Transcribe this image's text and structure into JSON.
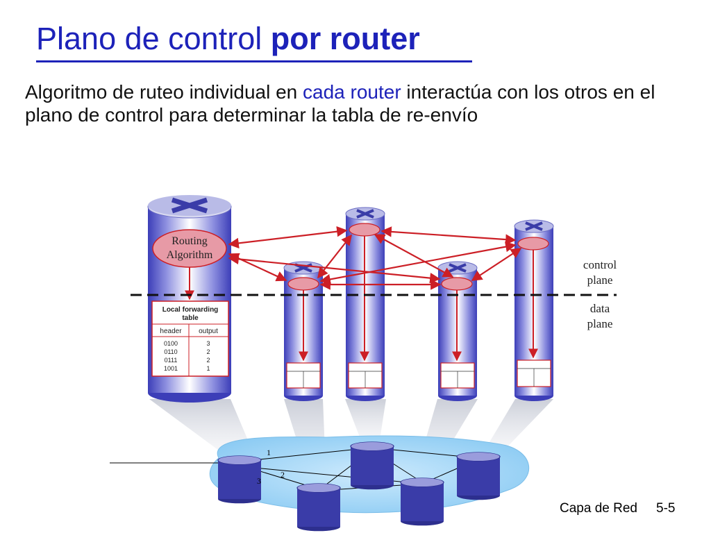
{
  "slide": {
    "title_plain": "Plano de control ",
    "title_bold": "por router",
    "body_before": "Algoritmo de ruteo individual en ",
    "body_highlight": "cada router",
    "body_after": " interactúa con los otros en el plano de control para determinar la tabla de re-envío"
  },
  "diagram": {
    "routing_algorithm_line1": "Routing",
    "routing_algorithm_line2": "Algorithm",
    "table_title_line1": "Local forwarding",
    "table_title_line2": "table",
    "table_headers": [
      "header",
      "output"
    ],
    "table_rows": [
      {
        "header": "0100",
        "output": "3"
      },
      {
        "header": "0110",
        "output": "2"
      },
      {
        "header": "0111",
        "output": "2"
      },
      {
        "header": "1001",
        "output": "1"
      }
    ],
    "control_plane_line1": "control",
    "control_plane_line2": "plane",
    "data_plane_line1": "data",
    "data_plane_line2": "plane",
    "interface_labels": [
      "1",
      "2",
      "3"
    ]
  },
  "footer": {
    "chapter": "Capa de Red",
    "page": "5-5"
  },
  "colors": {
    "title": "#1d22b9",
    "arrow": "#cc1f26",
    "cylinder": "#4f51c2",
    "network": "#9fd2f5"
  }
}
